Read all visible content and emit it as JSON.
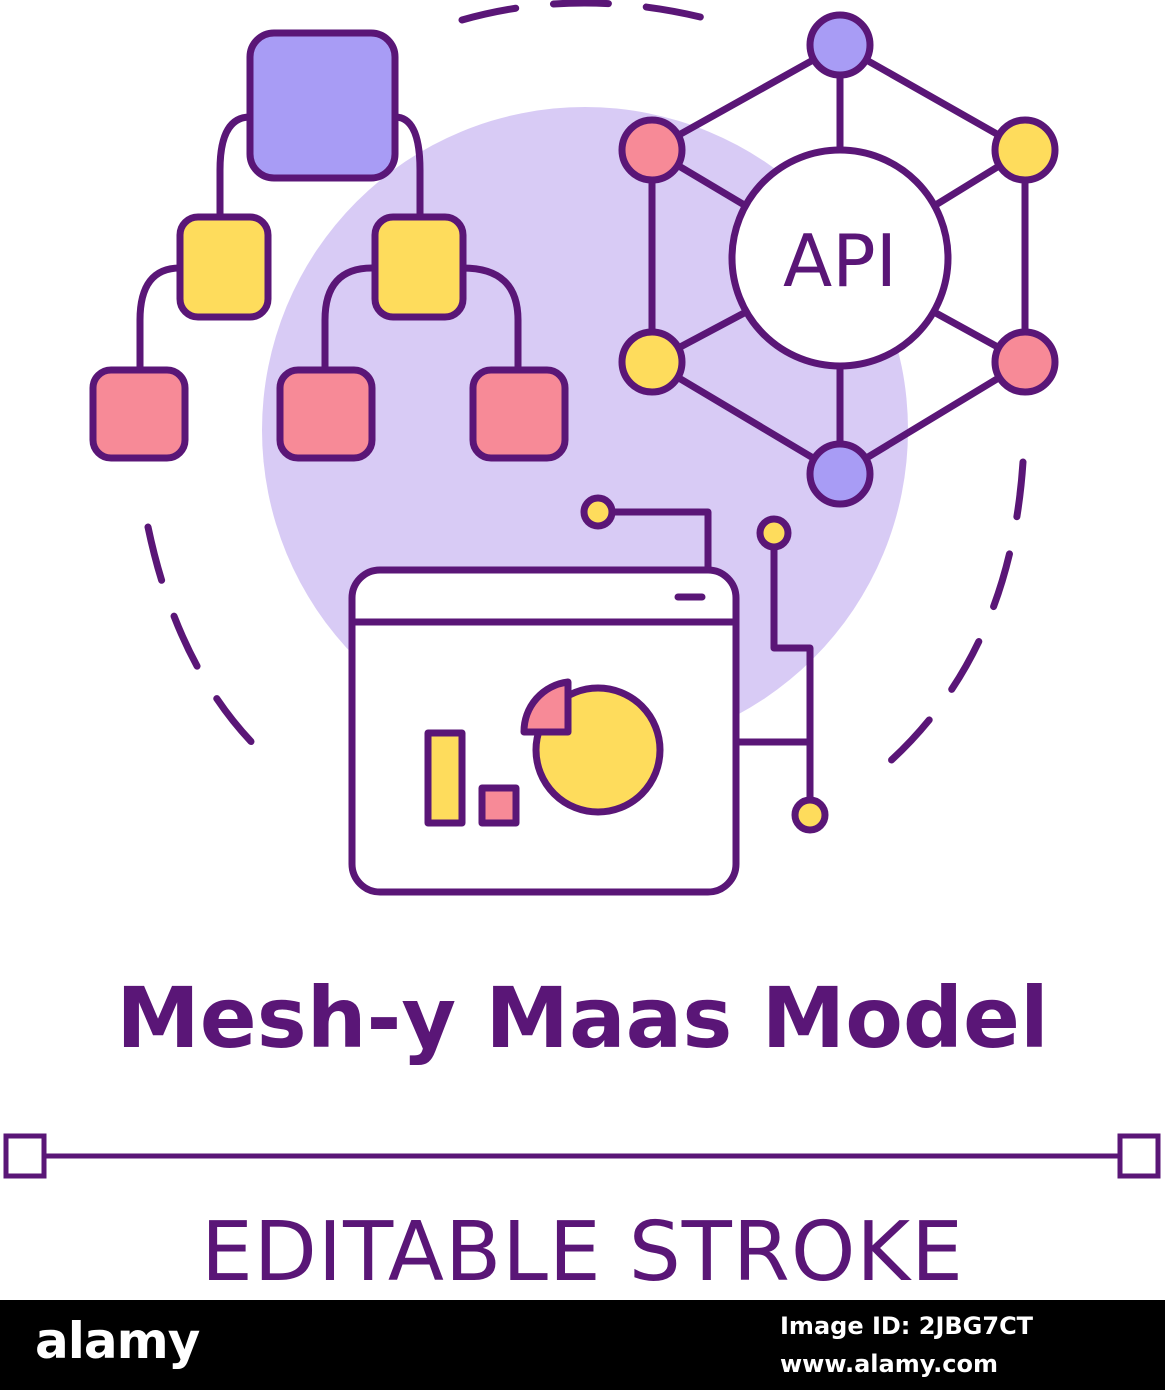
{
  "title": "Mesh-y Maas Model",
  "subtitle": "EDITABLE STROKE",
  "api_label": "API",
  "footer": {
    "logo": "alamy",
    "image_id": "Image ID: 2JBG7CT",
    "url": "www.alamy.com"
  },
  "colors": {
    "stroke": "#5a1677",
    "lavender": "#a89cf5",
    "lavender_bg": "#d8cbf5",
    "yellow": "#fedc5c",
    "pink": "#f78a97",
    "footer_bg": "#000000"
  },
  "icons": [
    "hierarchy-tree-icon",
    "api-network-icon",
    "dashboard-window-icon"
  ]
}
